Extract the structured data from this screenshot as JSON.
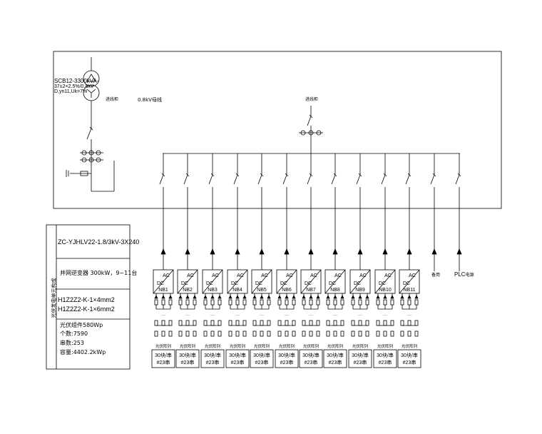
{
  "transformer": {
    "model": "SCB12-3300kVA-",
    "voltage": "37±2×2.5%/0.8kV",
    "connection": "D,yn11,Uk=7%"
  },
  "labels": {
    "incoming_cabinet": "进线柜",
    "busbar_voltage": "0.8kV母线",
    "outgoing_cabinet": "进线柜",
    "backup": "备用",
    "plc": "PLC",
    "plc_suffix": "电源"
  },
  "legend": {
    "vertical_title": "光伏发电单元构成",
    "cable": "ZC-YJHLV22-1.8/3kV-3X240",
    "inverter": "并网逆变器 300kW，9~11台",
    "dc_cable_1": "H1Z2Z2-K-1×4mm2",
    "dc_cable_2": "H1Z2Z2-K-1×6mm2",
    "module": "光伏组件580Wp",
    "count": "个数:7590",
    "strings": "串数:253",
    "capacity": "容量:4402.2kWp"
  },
  "inverters": [
    {
      "name": "NB1",
      "ac": "AC",
      "dc": "DC",
      "array": "光伏阵列",
      "line1": "30块/串",
      "line2": "#23串"
    },
    {
      "name": "NB2",
      "ac": "AC",
      "dc": "DC",
      "array": "光伏阵列",
      "line1": "30块/串",
      "line2": "#23串"
    },
    {
      "name": "NB3",
      "ac": "AC",
      "dc": "DC",
      "array": "光伏阵列",
      "line1": "30块/串",
      "line2": "#23串"
    },
    {
      "name": "NB4",
      "ac": "AC",
      "dc": "DC",
      "array": "光伏阵列",
      "line1": "30块/串",
      "line2": "#23串"
    },
    {
      "name": "NB5",
      "ac": "AC",
      "dc": "DC",
      "array": "光伏阵列",
      "line1": "30块/串",
      "line2": "#23串"
    },
    {
      "name": "NB6",
      "ac": "AC",
      "dc": "DC",
      "array": "光伏阵列",
      "line1": "30块/串",
      "line2": "#23串"
    },
    {
      "name": "NB7",
      "ac": "AC",
      "dc": "DC",
      "array": "光伏阵列",
      "line1": "30块/串",
      "line2": "#23串"
    },
    {
      "name": "NB8",
      "ac": "AC",
      "dc": "DC",
      "array": "光伏阵列",
      "line1": "30块/串",
      "line2": "#23串"
    },
    {
      "name": "NB9",
      "ac": "AC",
      "dc": "DC",
      "array": "光伏阵列",
      "line1": "30块/串",
      "line2": "#23串"
    },
    {
      "name": "NB10",
      "ac": "AC",
      "dc": "DC",
      "array": "光伏阵列",
      "line1": "30块/串",
      "line2": "#23串"
    },
    {
      "name": "NB11",
      "ac": "AC",
      "dc": "DC",
      "array": "光伏阵列",
      "line1": "30块/串",
      "line2": "#23串"
    }
  ]
}
